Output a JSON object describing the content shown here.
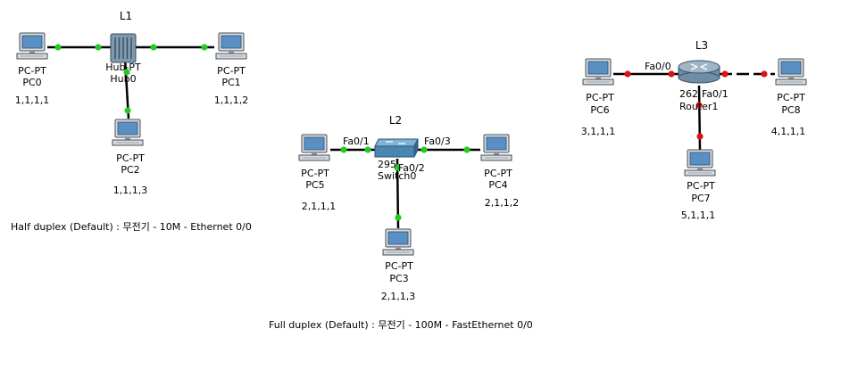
{
  "groups": {
    "l1": "L1",
    "l2": "L2",
    "l3": "L3"
  },
  "devices": {
    "pc0": {
      "type": "PC-PT",
      "name": "PC0",
      "ip": "1,1,1,1"
    },
    "pc1": {
      "type": "PC-PT",
      "name": "PC1",
      "ip": "1,1,1,2"
    },
    "pc2": {
      "type": "PC-PT",
      "name": "PC2",
      "ip": "1,1,1,3"
    },
    "hub0": {
      "type": "Hub-PT",
      "name": "Hub0"
    },
    "pc5": {
      "type": "PC-PT",
      "name": "PC5",
      "ip": "2,1,1,1"
    },
    "pc4": {
      "type": "PC-PT",
      "name": "PC4",
      "ip": "2,1,1,2"
    },
    "pc3": {
      "type": "PC-PT",
      "name": "PC3",
      "ip": "2,1,1,3"
    },
    "switch0": {
      "type": "295",
      "name": "Switch0"
    },
    "pc6": {
      "type": "PC-PT",
      "name": "PC6",
      "ip": "3,1,1,1"
    },
    "pc8": {
      "type": "PC-PT",
      "name": "PC8",
      "ip": "4,1,1,1"
    },
    "pc7": {
      "type": "PC-PT",
      "name": "PC7",
      "ip": "5,1,1,1"
    },
    "router1": {
      "type": "262",
      "name": "Router1"
    }
  },
  "ports": {
    "sw_fa01": "Fa0/1",
    "sw_fa03": "Fa0/3",
    "sw_fa02": "Fa0/2",
    "rt_fa00": "Fa0/0",
    "rt_fa01": "Fa0/1"
  },
  "notes": {
    "half": "Half duplex (Default) : 무전기 - 10M - Ethernet 0/0",
    "full": "Full duplex (Default) : 무전기 - 100M - FastEthernet 0/0"
  },
  "colors": {
    "link": "#000000",
    "link_up": "#22cc22",
    "link_down": "#dd1111",
    "pc_body": "#d4dadf",
    "pc_screen": "#5a8fc4",
    "switch": "#4a87b0",
    "router": "#9fb6c8",
    "hub": "#7f9ab0"
  }
}
